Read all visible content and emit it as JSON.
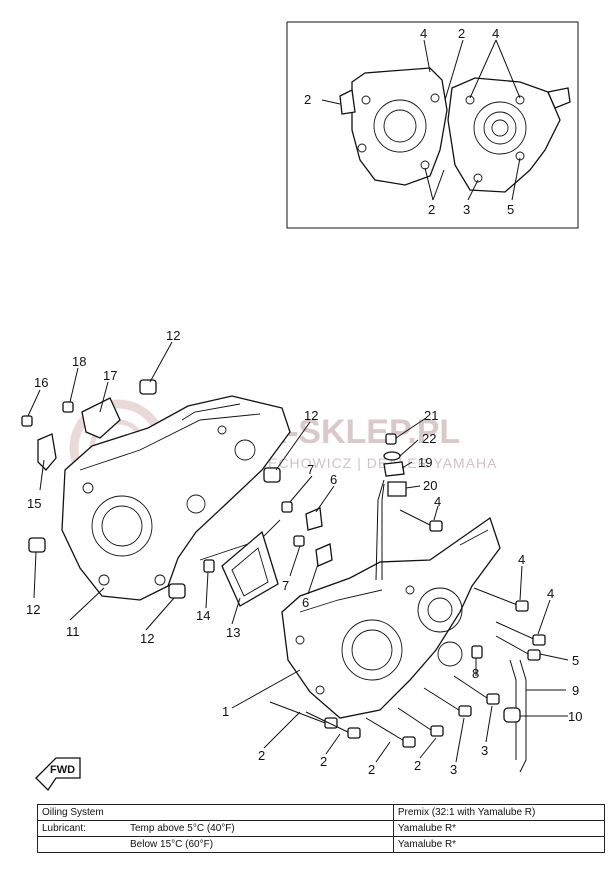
{
  "watermark": {
    "brand": "YAMA-SKLEP.PL",
    "tagline": "WOJCIECHOWICZ | DEALER YAMAHA"
  },
  "inset": {
    "callouts": [
      {
        "id": "inset-4a",
        "text": "4"
      },
      {
        "id": "inset-2a",
        "text": "2"
      },
      {
        "id": "inset-4b",
        "text": "4"
      },
      {
        "id": "inset-2b",
        "text": "2"
      },
      {
        "id": "inset-2c",
        "text": "2"
      },
      {
        "id": "inset-3",
        "text": "3"
      },
      {
        "id": "inset-5",
        "text": "5"
      }
    ]
  },
  "callouts": [
    {
      "id": "c12-top",
      "text": "12"
    },
    {
      "id": "c18",
      "text": "18"
    },
    {
      "id": "c17",
      "text": "17"
    },
    {
      "id": "c16",
      "text": "16"
    },
    {
      "id": "c15",
      "text": "15"
    },
    {
      "id": "c12-left",
      "text": "12"
    },
    {
      "id": "c11",
      "text": "11"
    },
    {
      "id": "c12-mid",
      "text": "12"
    },
    {
      "id": "c14",
      "text": "14"
    },
    {
      "id": "c13",
      "text": "13"
    },
    {
      "id": "c12-right",
      "text": "12"
    },
    {
      "id": "c7a",
      "text": "7"
    },
    {
      "id": "c6a",
      "text": "6"
    },
    {
      "id": "c7b",
      "text": "7"
    },
    {
      "id": "c6b",
      "text": "6"
    },
    {
      "id": "c21",
      "text": "21"
    },
    {
      "id": "c22",
      "text": "22"
    },
    {
      "id": "c19",
      "text": "19"
    },
    {
      "id": "c20",
      "text": "20"
    },
    {
      "id": "c4a",
      "text": "4"
    },
    {
      "id": "c4b",
      "text": "4"
    },
    {
      "id": "c4c",
      "text": "4"
    },
    {
      "id": "c5",
      "text": "5"
    },
    {
      "id": "c8",
      "text": "8"
    },
    {
      "id": "c9",
      "text": "9"
    },
    {
      "id": "c10",
      "text": "10"
    },
    {
      "id": "c1",
      "text": "1"
    },
    {
      "id": "c2a",
      "text": "2"
    },
    {
      "id": "c2b",
      "text": "2"
    },
    {
      "id": "c2c",
      "text": "2"
    },
    {
      "id": "c2d",
      "text": "2"
    },
    {
      "id": "c3a",
      "text": "3"
    },
    {
      "id": "c3b",
      "text": "3"
    }
  ],
  "fwd_label": "FWD",
  "spec_table": {
    "oiling_label": "Oiling System",
    "oiling_value": "Premix (32:1 with Yamalube R)",
    "lubricant_label": "Lubricant:",
    "temp_above": "Temp above 5°C (40°F)",
    "temp_above_value": "Yamalube R*",
    "temp_below": "Below 15°C (60°F)",
    "temp_below_value": "Yamalube R*"
  }
}
